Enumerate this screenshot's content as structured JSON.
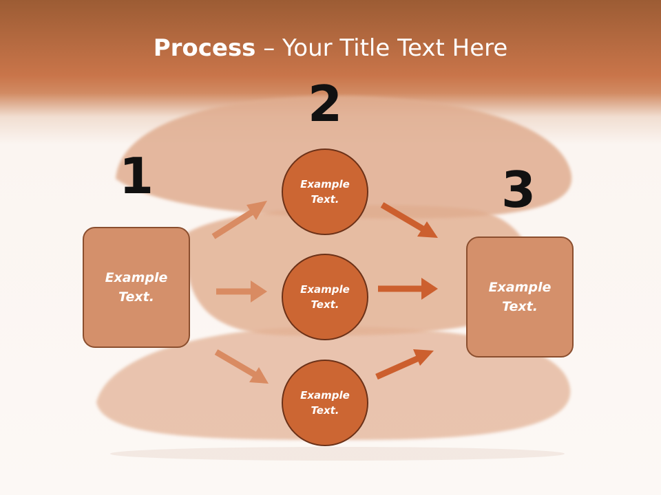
{
  "title": {
    "bold": "Process",
    "rest": " – Your Title Text Here"
  },
  "steps": {
    "one": "1",
    "two": "2",
    "three": "3"
  },
  "left_box": {
    "text": "Example Text."
  },
  "right_box": {
    "text": "Example Text."
  },
  "circles": [
    {
      "text": "Example Text."
    },
    {
      "text": "Example Text."
    },
    {
      "text": "Example Text."
    }
  ],
  "colors": {
    "header": "#c9754a",
    "box_fill": "#d4906b",
    "circle_fill": "#cc6633",
    "arrow_light": "#d98b62",
    "arrow_dark": "#cc5f2e"
  }
}
